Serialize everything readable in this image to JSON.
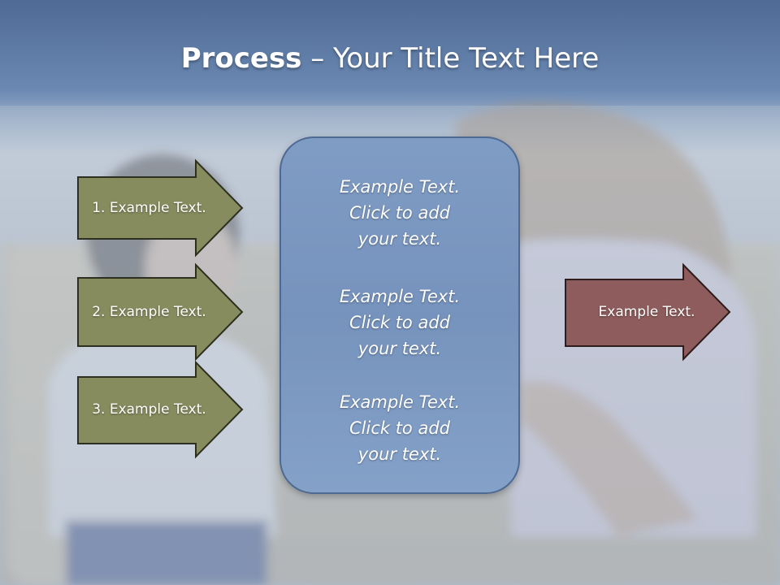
{
  "slide": {
    "title_bold": "Process",
    "title_rest": " – Your Title Text Here"
  },
  "left_arrows": [
    {
      "label": "1. Example Text."
    },
    {
      "label": "2. Example Text."
    },
    {
      "label": "3. Example Text."
    }
  ],
  "center_box": {
    "paragraphs": [
      {
        "line1": "Example Text.",
        "line2": "Click  to add",
        "line3": "your text."
      },
      {
        "line1": "Example Text.",
        "line2": "Click  to add",
        "line3": "your text."
      },
      {
        "line1": "Example Text.",
        "line2": "Click  to add",
        "line3": "your text."
      }
    ]
  },
  "right_arrow": {
    "label": "Example Text."
  },
  "colors": {
    "left_arrow_fill": "#868c5e",
    "right_arrow_fill": "#8e5c5c",
    "center_box_fill": "#7a97c0"
  }
}
